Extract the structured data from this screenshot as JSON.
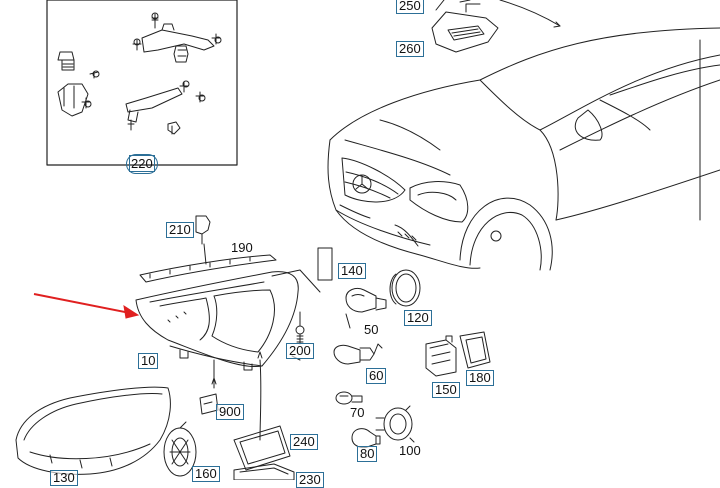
{
  "colors": {
    "line": "#222222",
    "callout_border": "#2c6f97",
    "arrow": "#e02020"
  },
  "callouts": {
    "c250": "250",
    "c260": "260",
    "c220": "220",
    "c210": "210",
    "c190": "190",
    "c140": "140",
    "c120": "120",
    "c50": "50",
    "c200": "200",
    "c10": "10",
    "c60": "60",
    "c180": "180",
    "c150": "150",
    "c900": "900",
    "c70": "70",
    "c240": "240",
    "c80": "80",
    "c100": "100",
    "c130": "130",
    "c160": "160",
    "c230": "230"
  },
  "icons": {
    "pointer_arrow": "red-arrow-icon"
  }
}
